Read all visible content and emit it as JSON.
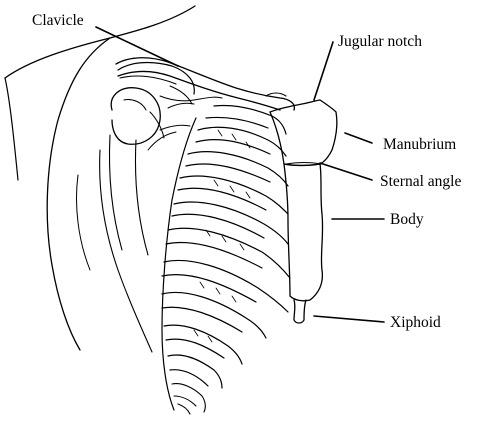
{
  "diagram": {
    "line_color": "#000000",
    "background": "#ffffff",
    "labels": {
      "clavicle": "Clavicle",
      "jugular_notch": "Jugular notch",
      "manubrium": "Manubrium",
      "sternal_angle": "Sternal angle",
      "body": "Body",
      "xiphoid": "Xiphoid"
    }
  }
}
